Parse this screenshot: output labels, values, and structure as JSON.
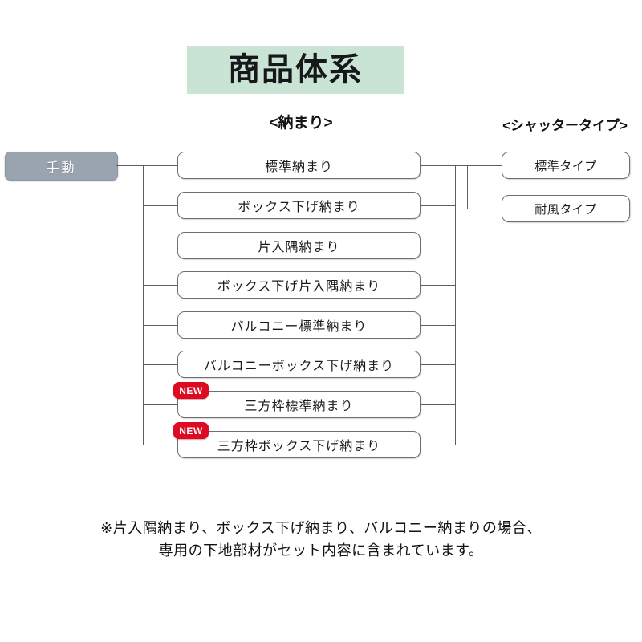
{
  "title": {
    "banner_text": "商品体系"
  },
  "headers": {
    "osamari": "<納まり>",
    "shutter": "<シャッタータイプ>"
  },
  "root": {
    "label": "手動"
  },
  "badge": {
    "new_label": "NEW"
  },
  "columns": {
    "osamari_nodes": [
      {
        "label": "標準納まり",
        "new": false
      },
      {
        "label": "ボックス下げ納まり",
        "new": false
      },
      {
        "label": "片入隅納まり",
        "new": false
      },
      {
        "label": "ボックス下げ片入隅納まり",
        "new": false
      },
      {
        "label": "バルコニー標準納まり",
        "new": false
      },
      {
        "label": "バルコニーボックス下げ納まり",
        "new": false
      },
      {
        "label": "三方枠標準納まり",
        "new": true
      },
      {
        "label": "三方枠ボックス下げ納まり",
        "new": true
      }
    ],
    "shutter_nodes": [
      {
        "label": "標準タイプ"
      },
      {
        "label": "耐風タイプ"
      }
    ]
  },
  "footnote": {
    "line1": "※片入隅納まり、ボックス下げ納まり、バルコニー納まりの場合、",
    "line2": "専用の下地部材がセット内容に含まれています。"
  },
  "colors": {
    "banner_green": "#c9e4d4",
    "root_gray_blue": "#9aa4ae",
    "badge_red": "#dd0a21",
    "line_gray": "#5d5d5d",
    "box_border": "#6f6f6f",
    "text_black": "#1b1b1b",
    "background": "#ffffff"
  }
}
